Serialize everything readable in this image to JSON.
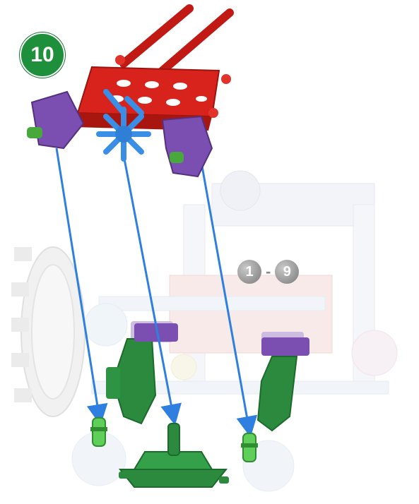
{
  "step": {
    "number": "10"
  },
  "reference": {
    "from": "1",
    "separator": "-",
    "to": "9"
  },
  "colors": {
    "badge_green": "#1e8f3a",
    "frame_red": "#d8231c",
    "connector_purple": "#7b4fb2",
    "rod_blue": "#3a8ee6",
    "piece_green": "#2b8a3e",
    "arrow_blue": "#2f7fe0",
    "ghost_gray": "#d9dbe3"
  },
  "icons": [
    "step-number-badge",
    "reference-step-badges",
    "assembly-arrow",
    "red-frame-assembly",
    "green-clip-piece"
  ]
}
